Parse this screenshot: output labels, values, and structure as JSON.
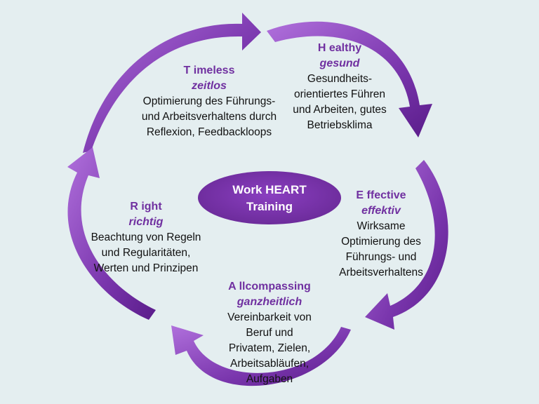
{
  "center": {
    "line1": "Work HEART",
    "line2": "Training"
  },
  "sections": {
    "timeless": {
      "heading": "T imeless",
      "subheading": "zeitlos",
      "lines": [
        "Optimierung des Führungs-",
        "und Arbeitsverhaltens durch",
        "Reflexion,  Feedbackloops"
      ]
    },
    "healthy": {
      "heading": "H ealthy",
      "subheading": "gesund",
      "lines": [
        "Gesundheits-",
        "orientiertes Führen",
        "und Arbeiten, gutes",
        "Betriebsklima"
      ]
    },
    "effective": {
      "heading": "E ffective",
      "subheading": "effektiv",
      "lines": [
        "Wirksame",
        "Optimierung des",
        "Führungs- und",
        "Arbeitsverhaltens"
      ]
    },
    "allcompassing": {
      "heading": "A llcompassing",
      "subheading": "ganzheitlich",
      "lines": [
        "Vereinbarkeit von",
        "Beruf  und",
        "Privatem, Zielen,",
        "Arbeitsabläufen,",
        "Aufgaben"
      ]
    },
    "right": {
      "heading": "R ight",
      "subheading": "richtig",
      "lines": [
        "Beachtung von Regeln",
        "und Regularitäten,",
        "Werten und Prinzipen"
      ]
    }
  },
  "colors": {
    "background": "#e4eef0",
    "accent": "#7030a0",
    "arrow_light": "#a25fd0",
    "arrow_dark": "#5e1f8f",
    "text": "#111111"
  }
}
